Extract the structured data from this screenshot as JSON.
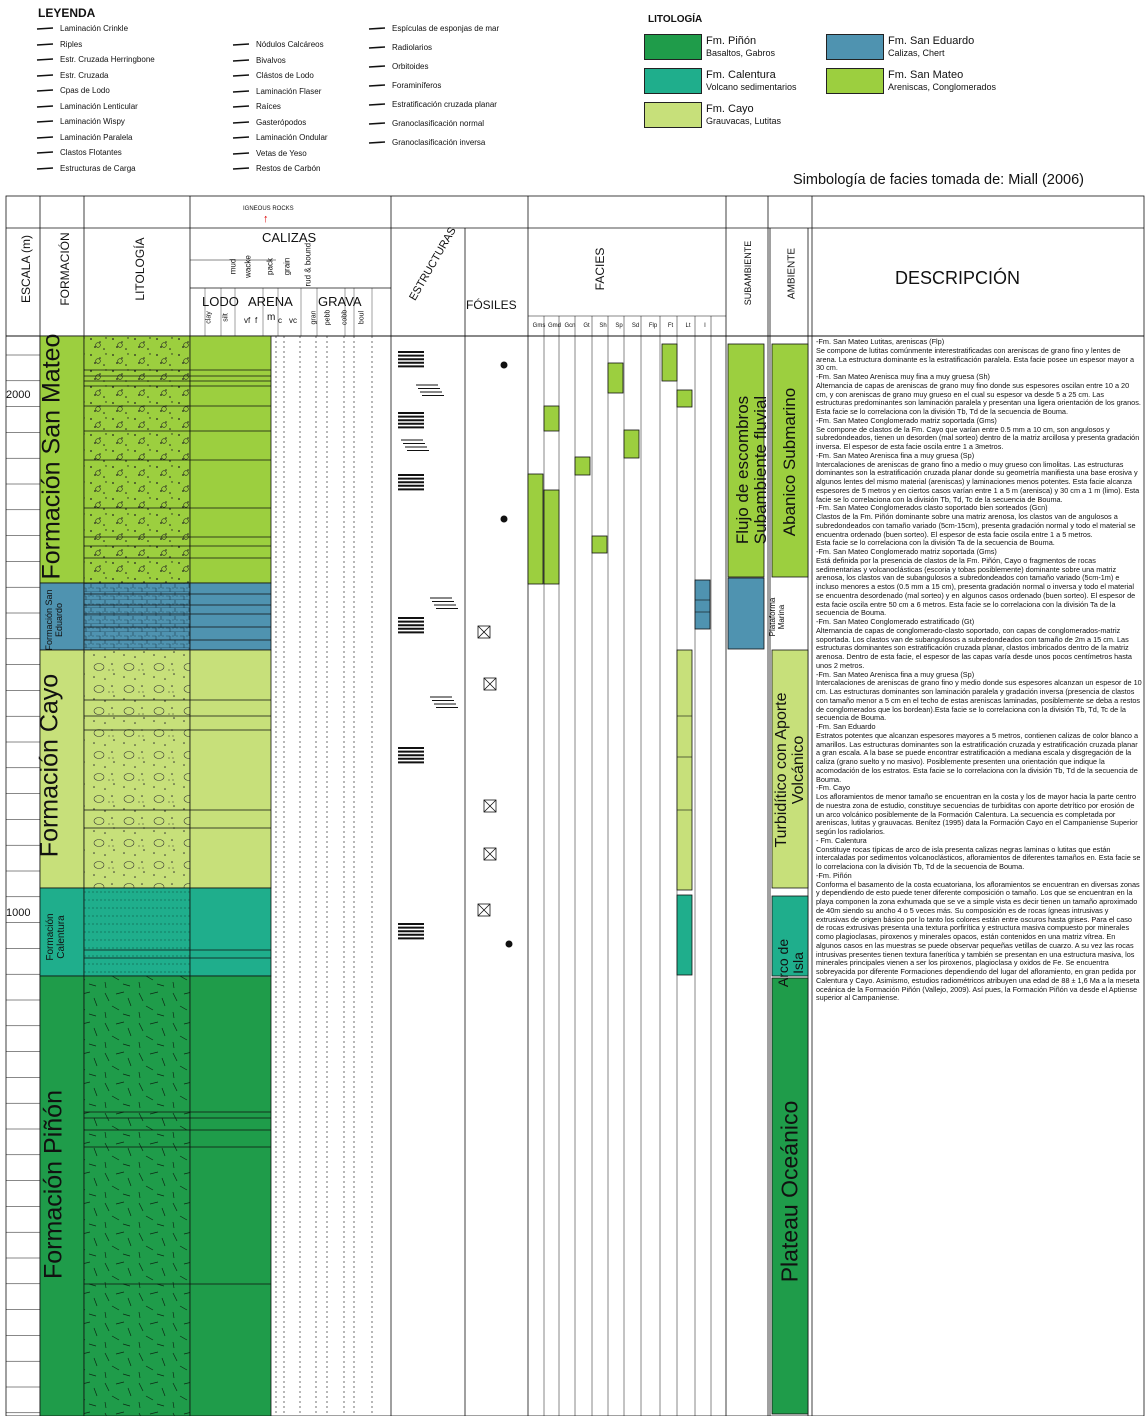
{
  "legend": {
    "title": "LEYENDA",
    "col1": [
      "Laminación Crinkle",
      "Riples",
      "Estr. Cruzada Herringbone",
      "Estr. Cruzada",
      "Cpas de Lodo",
      "Laminación Lenticular",
      "Laminación Wispy",
      "Laminación Paralela",
      "Clastos Flotantes",
      "Estructuras de Carga"
    ],
    "col2": [
      "Nódulos Calcáreos",
      "Bivalvos",
      "Clástos de Lodo",
      "Laminación Flaser",
      "Raíces",
      "Gasterópodos",
      "Laminación Ondular",
      "Vetas de Yeso",
      "Restos de Carbón"
    ],
    "col3": [
      "Espículas de esponjas de mar",
      "Radiolarios",
      "Orbitoides",
      "Foraminíferos",
      "Estratificación cruzada planar",
      "Granoclasificación normal",
      "Granoclasificación inversa"
    ]
  },
  "litologia_legend": {
    "title": "LITOLOGÍA",
    "items": [
      {
        "name": "Fm. Piñón",
        "sub": "Basaltos, Gabros",
        "color": "#1f9c4a"
      },
      {
        "name": "Fm. Calentura",
        "sub": "Volcano sedimentarios",
        "color": "#1fae8c"
      },
      {
        "name": "Fm. Cayo",
        "sub": "Grauvacas, Lutitas",
        "color": "#c7e07a"
      },
      {
        "name": "Fm. San Eduardo",
        "sub": "Calizas, Chert",
        "color": "#4f93b0"
      },
      {
        "name": "Fm. San Mateo",
        "sub": "Areniscas, Conglomerados",
        "color": "#9ccf3f"
      }
    ]
  },
  "source_note": "Simbología de facies tomada de: Miall (2006)",
  "headers": {
    "escala": "ESCALA (m)",
    "formacion": "FORMACIÓN",
    "litologia": "LITOLOGÍA",
    "igneous": "IGNEOUS ROCKS",
    "calizas": "CALIZAS",
    "calizas_cols": [
      "mud",
      "wacke",
      "pack",
      "grain",
      "rud & bound"
    ],
    "lodo": "LODO",
    "arena": "ARENA",
    "grava": "GRAVA",
    "grain_cols": [
      "clay",
      "silt",
      "vf",
      "f",
      "m",
      "c",
      "vc",
      "gran",
      "pebb",
      "cobb",
      "boul"
    ],
    "estructuras": "ESTRUCTURAS",
    "fosiles": "FÓSILES",
    "facies": "FACIES",
    "facies_cols": [
      "Gms",
      "Gmd",
      "Gcn",
      "Gt",
      "Sh",
      "Sp",
      "Sd",
      "Flp",
      "Ft",
      "Lt",
      "I"
    ],
    "subambiente": "SUBAMBIENTE",
    "ambiente": "AMBIENTE",
    "descripcion": "DESCRIPCIÓN"
  },
  "scale_labels": [
    "2000",
    "1000"
  ],
  "formations": [
    {
      "name": "Formación San Mateo",
      "color": "#9ccf3f"
    },
    {
      "name": "Formación San Eduardo",
      "color": "#4f93b0"
    },
    {
      "name": "Formación Cayo",
      "color": "#c7e07a"
    },
    {
      "name": "Formación Calentura",
      "color": "#1fae8c"
    },
    {
      "name": "Formación Piñón",
      "color": "#1f9c4a"
    }
  ],
  "subambiente": [
    "Flujo de escombros Subambiente fluvial",
    "Plataforma Marina"
  ],
  "ambiente": [
    "Abanico Submarino",
    "Turbidítico con Aporte Volcánico",
    "Arco de Isla",
    "Plateau Oceánico"
  ],
  "description": [
    "-Fm. San Mateo Lutitas, areniscas (Flp)",
    "Se compone de lutitas comúnmente interestratificadas con areniscas de grano fino y lentes de arena. La estructura dominante es la estratificación paralela. Esta facie posee un espesor mayor a 30 cm.",
    "-Fm. San Mateo Arenisca muy fina a muy gruesa (Sh)",
    "Alternancia de capas de areniscas de grano muy fino donde sus espesores oscilan entre 10 a 20 cm, y con areniscas de grano muy grueso en el cual su espesor va desde 5 a 25 cm. Las estructuras predominantes son laminación paralela y presentan una ligera orientación de los granos. Esta facie se lo correlaciona con la división Tb, Td de la secuencia de Bouma.",
    "-Fm. San Mateo Conglomerado matriz soportada (Gms)",
    "Se compone de clastos de la Fm. Cayo que varían entre 0.5 mm a 10 cm, son angulosos y subredondeados, tienen un desorden (mal sorteo) dentro de la matriz arcillosa y presenta gradación inversa. El espesor de esta facie oscila entre 1 a 3metros.",
    "-Fm. San Mateo Arenisca fina a muy gruesa (Sp)",
    "Intercalaciones de areniscas de grano fino a medio o muy grueso con limolitas. Las estructuras dominantes son la estratificación cruzada planar donde su geometría manifiesta una base erosiva y algunos lentes del mismo material (areniscas) y laminaciones menos potentes. Esta facie alcanza espesores de 5 metros y en ciertos casos varían entre 1 a 5 m (arenisca) y 30 cm a 1 m (limo). Esta facie se lo correlaciona con la división Tb, Td, Tc de la secuencia de Bouma.",
    "-Fm. San Mateo Conglomerados clasto soportado bien sorteados (Gcn)",
    "Clastos de la Fm. Piñón dominante sobre una matriz arenosa, los clastos van de angulosos a subredondeados con tamaño variado (5cm-15cm), presenta gradación normal y todo el material se encuentra ordenado (buen sorteo). El espesor de esta facie oscila entre 1 a 5 metros.",
    "Esta facie se lo correlaciona con la división Ta de la secuencia de Bouma.",
    "-Fm. San Mateo Conglomerado matriz soportada (Gms)",
    "Está definida por la presencia de clastos de la Fm. Piñón, Cayo o fragmentos de rocas sedimentarias y volcanoclásticas (escoria y tobas posiblemente) dominante sobre una matriz arenosa, los clastos van de subangulosos a subredondeados con tamaño variado (5cm-1m) e incluso menores a estos (0.5 mm a 15 cm), presenta gradación normal o inversa y todo el material se encuentra desordenado (mal sorteo) y en algunos casos ordenado (buen sorteo). El espesor de esta facie oscila entre 50 cm a 6 metros. Esta facie se lo correlaciona con la división Ta de la secuencia de Bouma.",
    "-Fm. San Mateo Conglomerado estratificado (Gt)",
    "Alternancia de capas de conglomerado-clasto soportado, con capas de conglomerados-matriz soportada. Los clastos van de subangulosos a subredondeados con tamaño de 2m a 15 cm. Las estructuras dominantes son estratificación cruzada planar, clastos imbricados dentro de la matriz arenosa. Dentro de esta facie, el espesor de las capas varía desde unos pocos centímetros hasta unos 2 metros.",
    "-Fm. San Mateo Arenisca fina a muy gruesa (Sp)",
    "Intercalaciones de areniscas de grano fino y medio donde sus espesores alcanzan un espesor de 10 cm. Las estructuras dominantes son laminación paralela y gradación inversa (presencia de clastos con tamaño menor a 5 cm en el techo de estas areniscas laminadas, posiblemente se deba a restos de conglomerados que los bordean).Esta facie se lo correlaciona con la división Tb, Td, Tc de la secuencia de Bouma.",
    "-Fm. San Eduardo",
    "Estratos potentes que alcanzan espesores mayores a 5 metros, contienen calizas de color blanco a amarillos. Las estructuras dominantes son la estratificación cruzada y estratificación cruzada planar a gran escala. A la base se puede encontrar estratificación a mediana escala y disgregación de la caliza (grano suelto y no masivo). Posiblemente presenten una orientación que indique la acomodación de los estratos. Esta facie se lo correlaciona con la división Tb, Td de la secuencia de Bouma.",
    "-Fm. Cayo",
    "Los afloramientos de menor tamaño se encuentran en la costa y los de mayor hacia la parte centro de nuestra zona de estudio, constituye secuencias de turbiditas con aporte detrítico por erosión de un arco volcánico posiblemente de la Formación Calentura. La secuencia es completada por areniscas, lutitas y grauvacas. Benítez (1995) data la Formación Cayo en el Campaniense Superior según los radiolarios.",
    "- Fm. Calentura",
    "Constituye rocas típicas de arco de isla presenta calizas negras laminas o lutitas que están intercaladas por sedimentos volcanoclásticos, afloramientos de diferentes tamaños en. Esta facie se lo correlaciona con la división Tb, Td de la secuencia de Bouma.",
    "-Fm. Piñón",
    "Conforma el basamento de la costa ecuatoriana, los afloramientos se encuentran en diversas zonas y dependiendo de esto puede tener diferente composición o tamaño. Los que se encuentran en la playa componen la zona exhumada que se ve a simple vista es decir tienen un tamaño aproximado de 40m siendo su ancho 4 o 5 veces más. Su composición es de rocas ígneas intrusivas y extrusivas de origen básico por lo tanto los colores están entre oscuros hasta grises. Para el caso de rocas extrusivas presenta una textura porfirítica y estructura masiva compuesto por minerales como plagioclasas, piroxenos y minerales opacos, están contenidos en una matriz vítrea. En algunos casos en las muestras se puede observar pequeñas vetillas de cuarzo. A su vez las rocas intrusivas presentes tienen textura fanerítica y también se presentan en una estructura masiva, los minerales principales vienen a ser los piroxenos, plagioclasa y oxidos de Fe. Se encuentra sobreyacida por diferente Formaciones dependiendo del lugar del afloramiento, en gran pedida por Calentura y Cayo. Asimismo, estudios radiométricos atribuyen una edad de 88 ± 1,6 Ma a la meseta oceánica de la Formación Piñón (Vallejo, 2009). Así pues, la Formación Piñón va desde el Aptiense superior al Campaniense."
  ]
}
